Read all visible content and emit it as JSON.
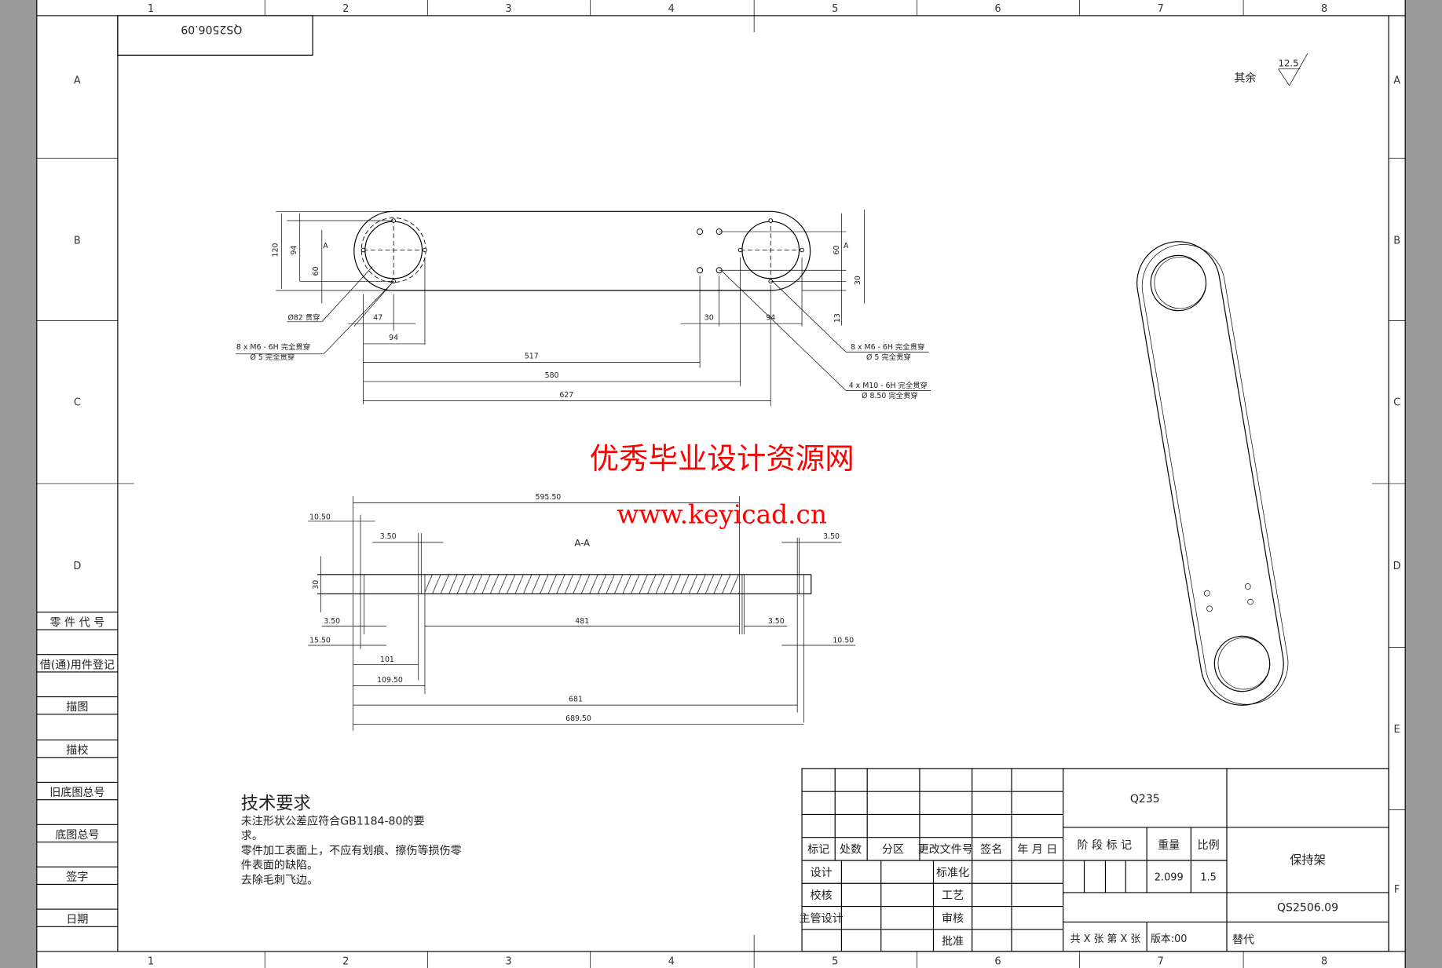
{
  "sheet": {
    "columns": [
      "1",
      "2",
      "3",
      "4",
      "5",
      "6",
      "7",
      "8"
    ],
    "rows_left": [
      "A",
      "B",
      "C",
      "D"
    ],
    "rows_right": [
      "A",
      "B",
      "C",
      "D",
      "E",
      "F"
    ],
    "drawing_number_rotated": "QS2506.09"
  },
  "side_table": [
    "零 件 代 号",
    "借(通)用件登记",
    "描图",
    "描校",
    "旧底图总号",
    "底图总号",
    "签字",
    "日期"
  ],
  "surface": {
    "label": "其余",
    "roughness": "12.5"
  },
  "top_view": {
    "dims": [
      "120",
      "94",
      "60",
      "A",
      "47",
      "94",
      "517",
      "580",
      "627",
      "30",
      "94",
      "60",
      "A",
      "30",
      "13"
    ],
    "callout_left_1": "Ø82 贯穿",
    "callout_left_2a": "8 x  M6 - 6H 完全贯穿",
    "callout_left_2b": "Ø 5 完全贯穿",
    "callout_right_1a": "8 x  M6 - 6H 完全贯穿",
    "callout_right_1b": "Ø 5 完全贯穿",
    "callout_right_2a": "4 x  M10 - 6H 完全贯穿",
    "callout_right_2b": "Ø 8.50 完全贯穿"
  },
  "section": {
    "title": "A-A",
    "dims": {
      "d1": "595.50",
      "d2": "10.50",
      "d3": "3.50",
      "d4": "3.50",
      "d5": "30",
      "d6": "3.50",
      "d7": "481",
      "d8": "3.50",
      "d9": "15.50",
      "d10": "10.50",
      "d11": "101",
      "d12": "109.50",
      "d13": "681",
      "d14": "689.50"
    }
  },
  "watermark": {
    "line1": "优秀毕业设计资源网",
    "line2": "www.keyicad.cn",
    "color": "#ff0000"
  },
  "tech": {
    "title": "技术要求",
    "lines": [
      "未注形状公差应符合GB1184-80的要",
      "求。",
      "零件加工表面上，不应有划痕、擦伤等损伤零",
      "件表面的缺陷。",
      "去除毛刺飞边。"
    ]
  },
  "title_block": {
    "headers": [
      "标记",
      "处数",
      "分区",
      "更改文件号",
      "签名",
      "年 月 日"
    ],
    "roles_left": [
      "设计",
      "校核",
      "主管设计"
    ],
    "roles_mid": [
      "标准化",
      "工艺",
      "审核",
      "批准"
    ],
    "material": "Q235",
    "stage_label": "阶 段 标 记",
    "weight_label": "重量",
    "scale_label": "比例",
    "weight": "2.099",
    "scale": "1.5",
    "part_name": "保持架",
    "drawing_number": "QS2506.09",
    "sheets": "共 X 张  第 X 张",
    "version": "版本:00",
    "replace": "替代"
  }
}
